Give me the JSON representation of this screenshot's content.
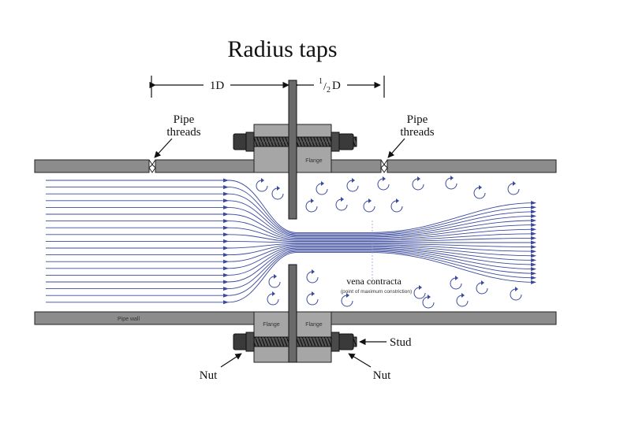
{
  "title": "Radius taps",
  "dimensions": {
    "upstream": "1D",
    "downstream_sup": "1",
    "downstream_sub": "2",
    "downstream_unit": "D"
  },
  "labels": {
    "pipe_threads_left_1": "Pipe",
    "pipe_threads_left_2": "threads",
    "pipe_threads_right_1": "Pipe",
    "pipe_threads_right_2": "threads",
    "flange_top": "Flange",
    "flange_bottom_left": "Flange",
    "flange_bottom_right": "Flange",
    "pipe_wall": "Pipe wall",
    "vena_contracta": "vena contracta",
    "vena_contracta_note": "(point of maximum constriction)",
    "stud": "Stud",
    "nut_left": "Nut",
    "nut_right": "Nut"
  },
  "colors": {
    "flow_lines": "#3b4a9e",
    "pipe_wall": "#8c8c8c",
    "flange": "#a6a6a6",
    "hardware": "#3a3a3a"
  }
}
